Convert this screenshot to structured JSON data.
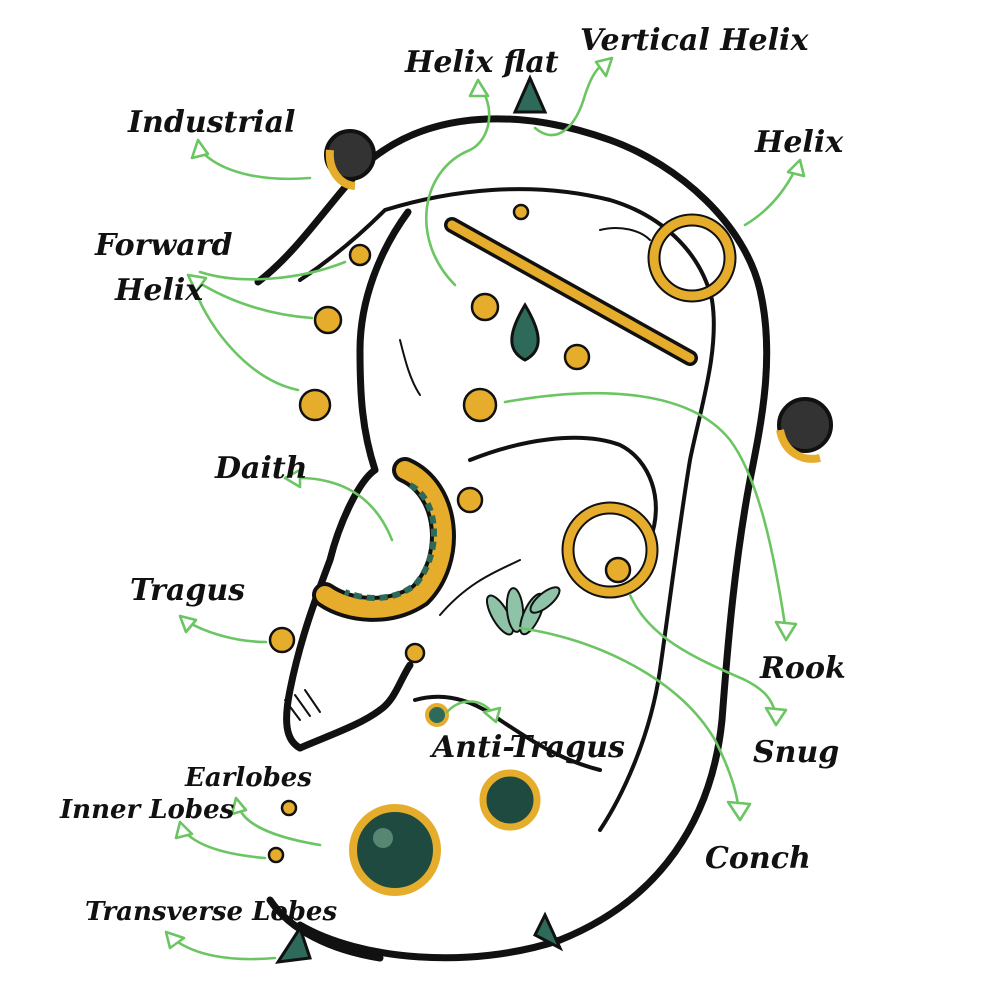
{
  "colors": {
    "outline": "#111111",
    "pointer": "#6cc563",
    "gold": "#e5ad2b",
    "gem_dark": "#1f4a3f",
    "gem_light": "#8fc3a8",
    "jewelry_black": "#333333"
  },
  "labels": {
    "industrial": "Industrial",
    "helix_flat": "Helix flat",
    "vertical_helix": "Vertical Helix",
    "helix": "Helix",
    "forward_helix_line1": "Forward",
    "forward_helix_line2": "Helix",
    "daith": "Daith",
    "tragus": "Tragus",
    "rook": "Rook",
    "snug": "Snug",
    "anti_tragus": "Anti-Tragus",
    "earlobes": "Earlobes",
    "inner_lobes": "Inner Lobes",
    "conch": "Conch",
    "transverse_lobes": "Transverse Lobes"
  }
}
